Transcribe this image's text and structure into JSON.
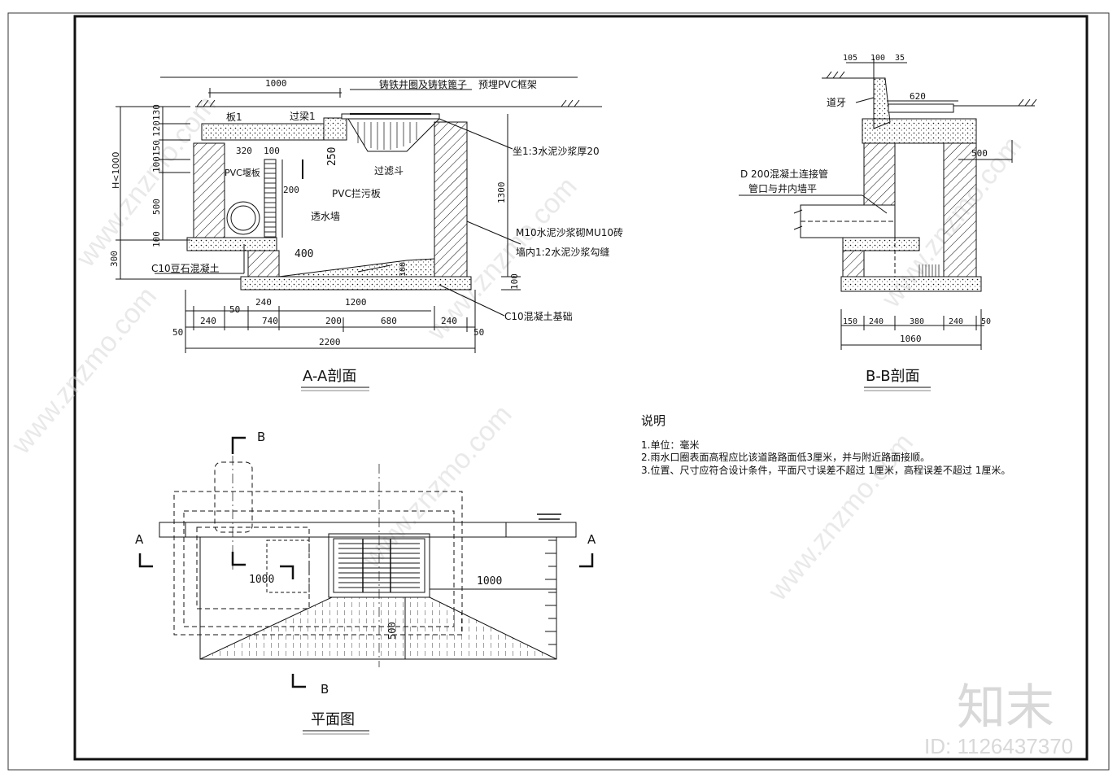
{
  "section_aa": {
    "title": "A-A剖面",
    "labels": {
      "cast_iron_cover": "铸铁井圈及铸铁篦子",
      "pvc_frame": "预埋PVC框架",
      "board1": "板1",
      "beam1": "过梁1",
      "mortar_bed": "坐1:3水泥沙浆厚20",
      "filter_bucket": "过滤斗",
      "pvc_weir": "PVC堰板",
      "pvc_trash_board": "PVC拦污板",
      "permeable_wall": "透水墙",
      "brick_wall_1": "M10水泥沙浆砌MU10砖",
      "brick_wall_2": "墙内1:2水泥沙浆勾缝",
      "gravel_concrete": "C10豆石混凝土",
      "base": "C10混凝土基础",
      "h_label": "H<1000"
    },
    "dims": {
      "top_1000": "1000",
      "d320": "320",
      "d100a": "100",
      "d250": "250",
      "d200": "200",
      "d400": "400",
      "d130": "130",
      "d120": "120",
      "d150": "150",
      "d100b": "100",
      "d500": "500",
      "d100c": "100",
      "d300": "300",
      "d1300": "1300",
      "d100r": "100",
      "d100s": "100",
      "b50a": "50",
      "b240a": "240",
      "b1200": "1200",
      "c50": "50",
      "c240": "240",
      "c740": "740",
      "c200": "200",
      "c680": "680",
      "c240b": "240",
      "c50b": "50",
      "total": "2200"
    }
  },
  "section_bb": {
    "title": "B-B剖面",
    "labels": {
      "curb": "道牙",
      "pipe_1": "D 200混凝土连接管",
      "pipe_2": "管口与井内墙平"
    },
    "dims": {
      "t105": "105",
      "t100": "100",
      "t35": "35",
      "d620": "620",
      "d500": "500",
      "b150": "150",
      "b240": "240",
      "b380": "380",
      "b240b": "240",
      "b50": "50",
      "total": "1060"
    }
  },
  "plan": {
    "title": "平面图",
    "marks": {
      "b_top": "B",
      "b_bottom": "B",
      "a_left": "A",
      "a_right": "A"
    },
    "dims": {
      "d1000a": "1000",
      "d1000b": "1000",
      "d500": "500"
    }
  },
  "notes": {
    "title": "说明",
    "items": [
      "1.单位：毫米",
      "2.雨水口圈表面高程应比该道路路面低3厘米，并与附近路面接顺。",
      "3.位置、尺寸应符合设计条件，平面尺寸误差不超过 1厘米，高程误差不超过 1厘米。"
    ]
  },
  "watermark": {
    "brand": "知末",
    "id_text": "ID: 1126437370",
    "site": "www.znzmo.com"
  }
}
